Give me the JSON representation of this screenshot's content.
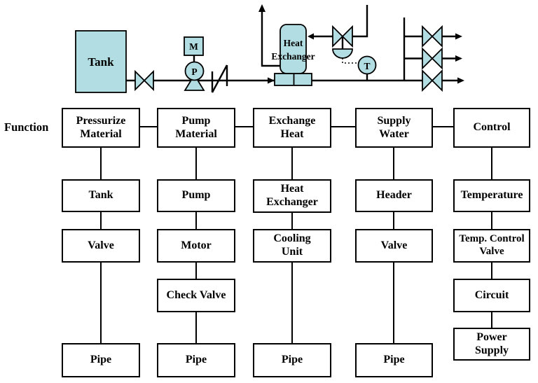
{
  "diagram": {
    "equipment_fill": "#b2dde2",
    "tank_label": "Tank",
    "motor_label": "M",
    "pump_label": "P",
    "temp_sensor_label": "T",
    "hx_line1": "Heat",
    "hx_line2": "Exchanger"
  },
  "tree": {
    "axis_label": "Function",
    "columns": [
      {
        "function": "Pressurize\nMaterial",
        "components": [
          "Tank",
          "Valve",
          "Pipe"
        ]
      },
      {
        "function": "Pump\nMaterial",
        "components": [
          "Pump",
          "Motor",
          "Check Valve",
          "Pipe"
        ]
      },
      {
        "function": "Exchange\nHeat",
        "components": [
          "Heat\nExchanger",
          "Cooling\nUnit",
          "Pipe"
        ]
      },
      {
        "function": "Supply\nWater",
        "components": [
          "Header",
          "Valve",
          "Pipe"
        ]
      },
      {
        "function": "Control",
        "components": [
          "Temperature",
          "Temp. Control\nValve",
          "Circuit",
          "Power\nSupply"
        ]
      }
    ]
  }
}
